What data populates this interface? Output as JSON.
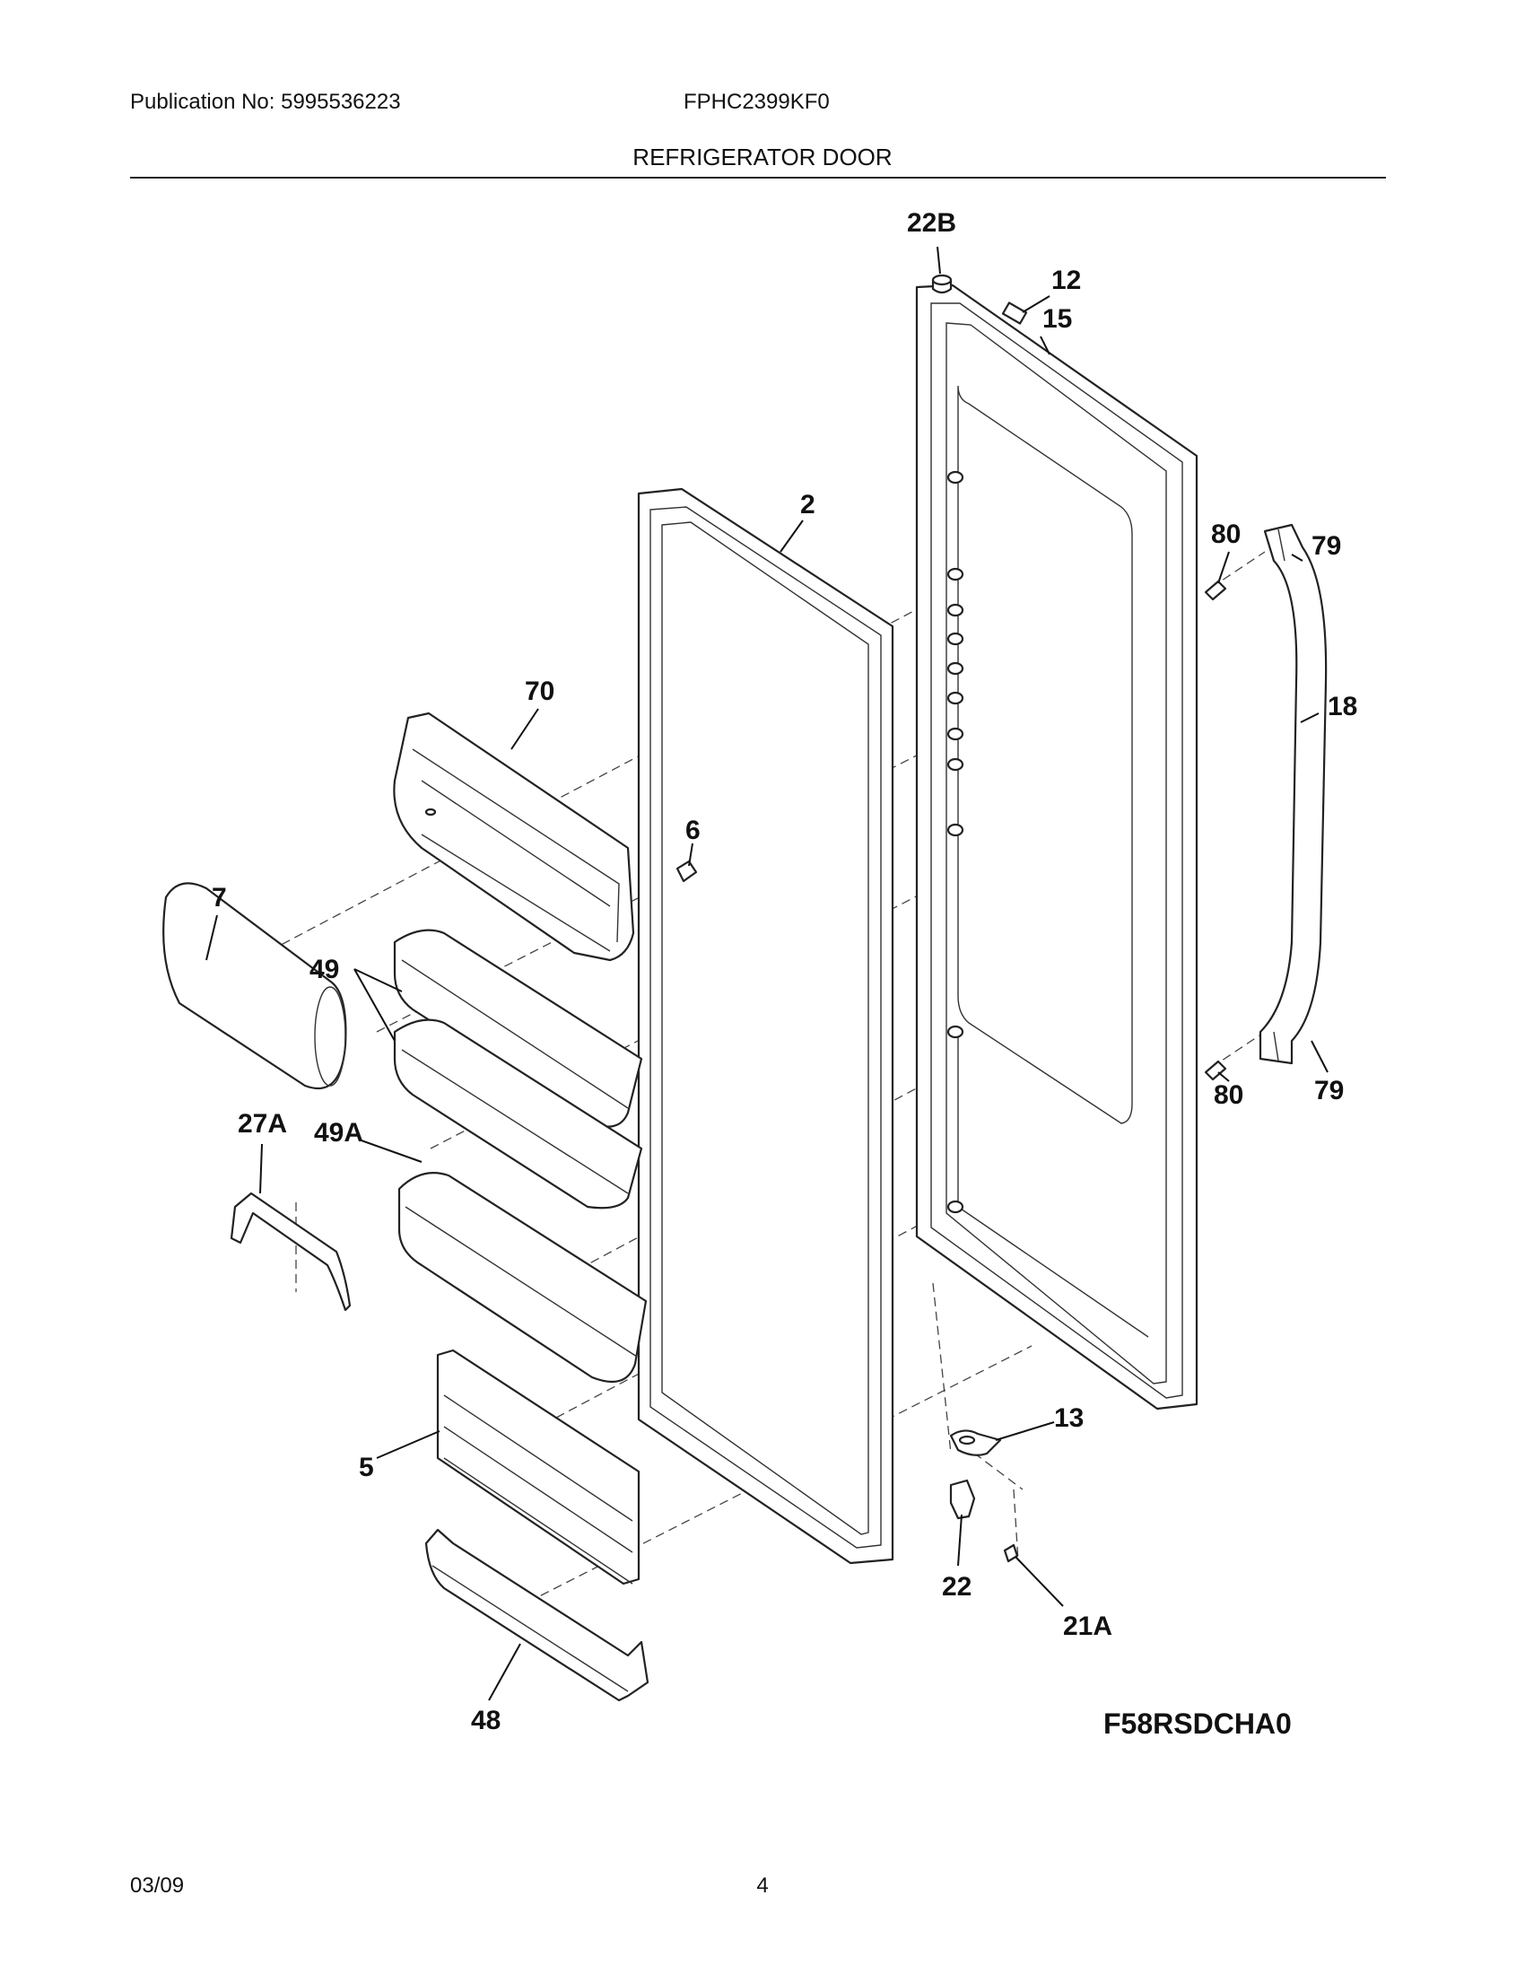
{
  "header": {
    "publication": "Publication No: 5995536223",
    "model": "FPHC2399KF0",
    "section_title": "REFRIGERATOR DOOR"
  },
  "callouts": {
    "c22B": "22B",
    "c12": "12",
    "c15": "15",
    "c2": "2",
    "c80a": "80",
    "c79a": "79",
    "c18": "18",
    "c70": "70",
    "c6": "6",
    "c7": "7",
    "c49": "49",
    "c27A": "27A",
    "c49A": "49A",
    "c80b": "80",
    "c79b": "79",
    "c13": "13",
    "c5": "5",
    "c22": "22",
    "c21A": "21A",
    "c48": "48"
  },
  "diagram_code": "F58RSDCHA0",
  "footer": {
    "date": "03/09",
    "page_number": "4"
  }
}
